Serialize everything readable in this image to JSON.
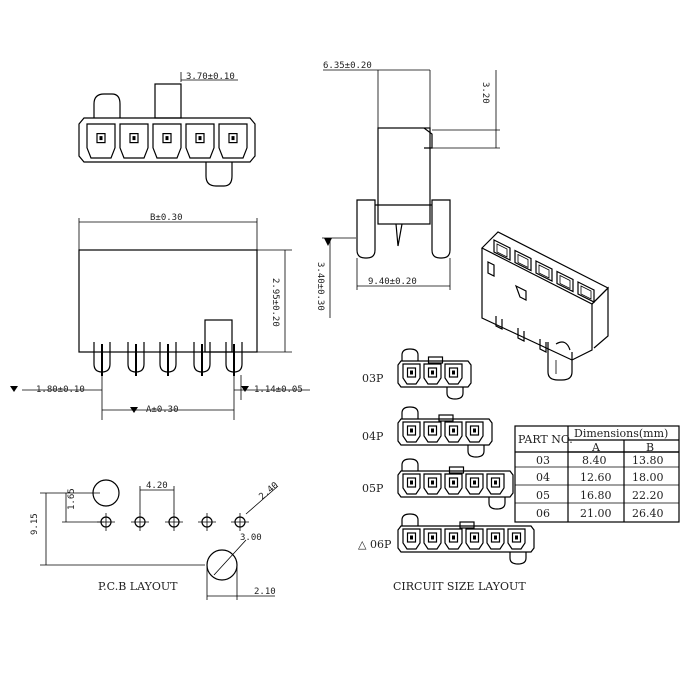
{
  "dims": {
    "top_pitch": "3.70±0.10",
    "top_width": "6.35±0.20",
    "height_a": "3.20",
    "b_width": "B±0.30",
    "body_height": "2.95±0.20",
    "pin_length": "3.40±0.30",
    "pitch_side": "9.40±0.20",
    "offset_left": "1.80±0.10",
    "a_width": "A±0.30",
    "pin_thick": "1.14±0.05",
    "pcb_pitch": "4.20",
    "hole_dia": "2.40",
    "pcb_height": "9.15",
    "pcb_offset": "1.65",
    "peg_dia": "3.00",
    "peg_offset": "2.10"
  },
  "labels": {
    "pcb_layout": "P.C.B LAYOUT",
    "circuit_layout": "CIRCUIT SIZE LAYOUT",
    "p03": "03P",
    "p04": "04P",
    "p05": "05P",
    "p06": "06P",
    "warn": "△"
  },
  "table": {
    "h_part": "PART NO.",
    "h_dims": "Dimensions(mm)",
    "h_a": "A",
    "h_b": "B",
    "rows": [
      {
        "part": "03",
        "a": "8.40",
        "b": "13.80"
      },
      {
        "part": "04",
        "a": "12.60",
        "b": "18.00"
      },
      {
        "part": "05",
        "a": "16.80",
        "b": "22.20"
      },
      {
        "part": "06",
        "a": "21.00",
        "b": "26.40"
      }
    ]
  }
}
